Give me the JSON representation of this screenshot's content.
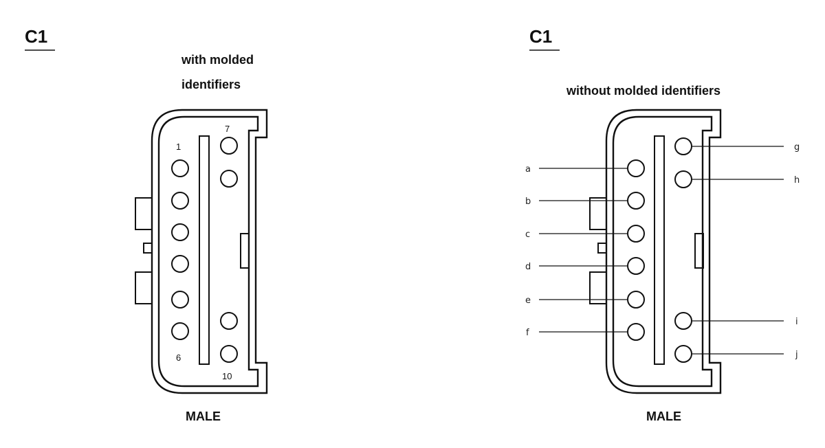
{
  "left_diagram": {
    "title": "C1",
    "caption_line1": "with molded",
    "caption_line2": "identifiers",
    "footer": "MALE",
    "pin_labels": {
      "p1": "1",
      "p6": "6",
      "p7": "7",
      "p10": "10"
    }
  },
  "right_diagram": {
    "title": "C1",
    "caption": "without molded identifiers",
    "footer": "MALE",
    "left_callouts": [
      "a",
      "b",
      "c",
      "d",
      "e",
      "f"
    ],
    "right_callouts": [
      "g",
      "h",
      "i",
      "j"
    ]
  }
}
